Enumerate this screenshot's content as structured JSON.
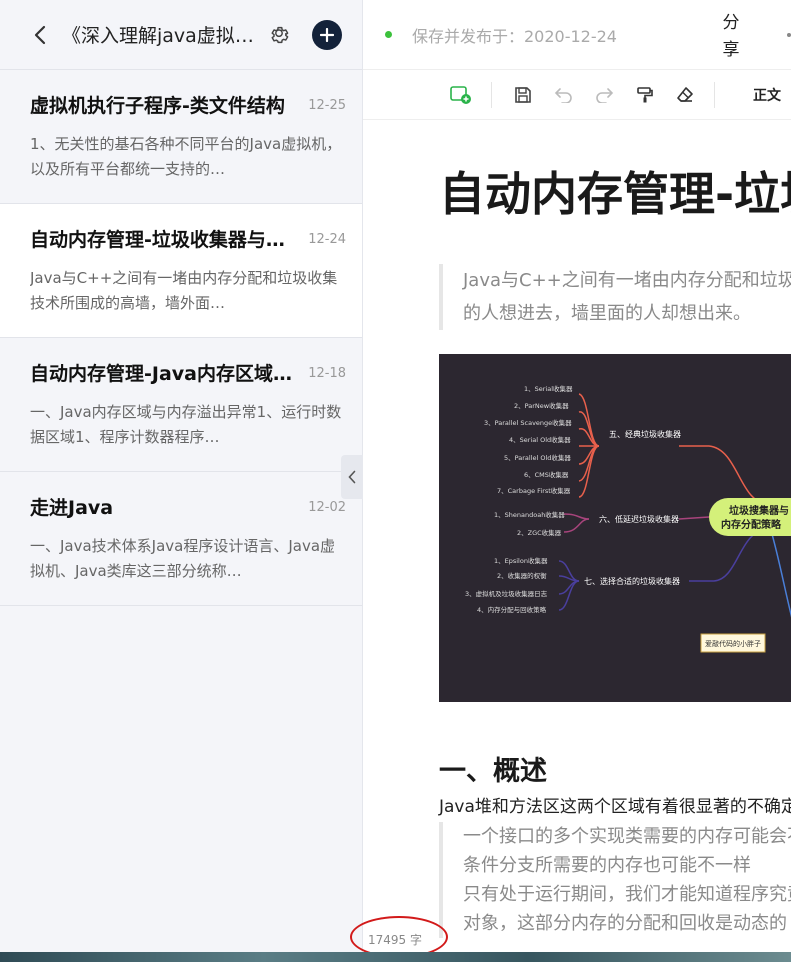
{
  "sidebar": {
    "notebook_title": "《深入理解java虚拟机…",
    "notes": [
      {
        "title": "虚拟机执行子程序-类文件结构",
        "date": "12-25",
        "snippet": "1、无关性的基石各种不同平台的Java虚拟机，以及所有平台都统一支持的…"
      },
      {
        "title": "自动内存管理-垃圾收集器与…",
        "date": "12-24",
        "snippet": "Java与C++之间有一堵由内存分配和垃圾收集技术所围成的高墙，墙外面…"
      },
      {
        "title": "自动内存管理-Java内存区域…",
        "date": "12-18",
        "snippet": "一、Java内存区域与内存溢出异常1、运行时数据区域1、程序计数器程序…"
      },
      {
        "title": "走进Java",
        "date": "12-02",
        "snippet": "一、Java技术体系Java程序设计语言、Java虚拟机、Java类库这三部分统称…"
      }
    ],
    "word_count": "17495 字"
  },
  "editor": {
    "status": "保存并发布于：2020-12-24",
    "share_label": "分享",
    "style_label": "正文",
    "doc_title": "自动内存管理-垃圾收集器与内存分配策略",
    "quote_lines": [
      "Java与C++之间有一堵由内存分配和垃圾收集技术所围成的高墙，墙外面",
      "的人想进去，墙里面的人却想出来。"
    ],
    "section_heading": "一、概述",
    "paragraph": "Java堆和方法区这两个区域有着很显著的不确定性：",
    "quote2_lines": [
      "一个接口的多个实现类需要的内存可能会不一样",
      "条件分支所需要的内存也可能不一样",
      "只有处于运行期间，我们才能知道程序究竟会创建哪些",
      "对象，这部分内存的分配和回收是动态的"
    ]
  },
  "mindmap": {
    "center": [
      "垃圾搜集器与",
      "内存分配策略"
    ],
    "branch5": "五、经典垃圾收集器",
    "branch5_items": [
      "1、Serial收集器",
      "2、ParNew收集器",
      "3、Parallel Scavenge收集器",
      "4、Serial Old收集器",
      "5、Parallel Old收集器",
      "6、CMS收集器",
      "7、Carbage First收集器"
    ],
    "branch6": "六、低延迟垃圾收集器",
    "branch6_items": [
      "1、Shenandoah收集器",
      "2、ZGC收集器"
    ],
    "branch7": "七、选择合适的垃圾收集器",
    "branch7_items": [
      "1、Epsilon收集器",
      "2、收集器的权衡",
      "3、虚拟机及垃圾收集器日志",
      "4、内存分配与回收策略"
    ],
    "watermark": "爱敲代码的小胖子",
    "colors": {
      "bg": "#2c2730",
      "branch5": "#e8604c",
      "branch6": "#a8447c",
      "branch7": "#4a3f9e",
      "center": "#d4f07a"
    }
  }
}
